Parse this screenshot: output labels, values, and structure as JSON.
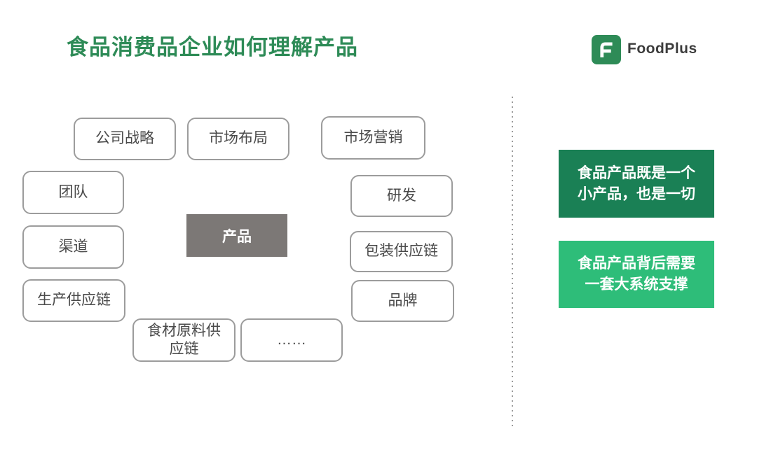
{
  "title": "食品消费品企业如何理解产品",
  "logo": {
    "brand": "FoodPlus",
    "icon": "foodplus-f-icon",
    "icon_color": "#2e8b57"
  },
  "colors": {
    "title_green": "#2e8b57",
    "callout_dark_green": "#1a8055",
    "callout_light_green": "#2ebd79",
    "center_box_gray": "#7c7876",
    "node_border_gray": "#9c9c9c"
  },
  "diagram": {
    "center": {
      "label": "产品"
    },
    "nodes": [
      {
        "label": "公司战略"
      },
      {
        "label": "市场布局"
      },
      {
        "label": "市场营销"
      },
      {
        "label": "团队"
      },
      {
        "label": "研发"
      },
      {
        "label": "渠道"
      },
      {
        "label": "包装供应链"
      },
      {
        "label": "生产供应链"
      },
      {
        "label": "品牌"
      },
      {
        "label": "食材原料供应链"
      },
      {
        "label": "……"
      }
    ]
  },
  "right_panel": {
    "callouts": [
      {
        "lines": [
          "食品产品既是一个",
          "小产品，也是一切"
        ]
      },
      {
        "lines": [
          "食品产品背后需要",
          "一套大系统支撑"
        ]
      }
    ]
  }
}
